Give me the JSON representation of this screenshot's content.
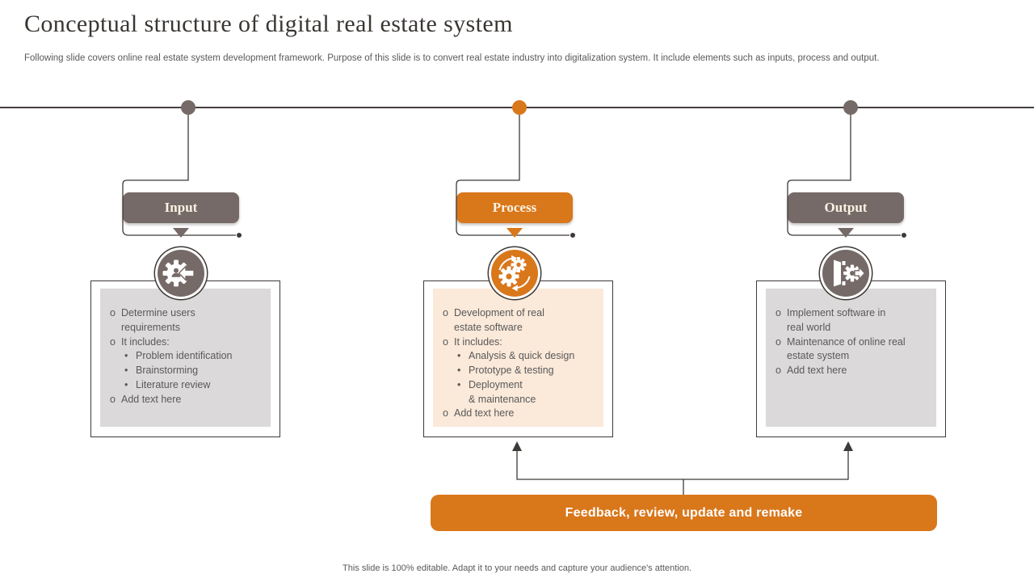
{
  "slide": {
    "title": "Conceptual structure of digital real estate system",
    "subtitle": "Following slide covers online real estate system development framework. Purpose of this slide is to convert real estate industry into digitalization system. It include elements such as inputs, process and output.",
    "footer_note": "This slide is 100% editable. Adapt it to your needs and capture your audience's attention."
  },
  "colors": {
    "accent-orange": "#D9771B",
    "accent-gray": "#756A67",
    "panel-gray": "#DBD9D9",
    "panel-peach": "#FBE9D9",
    "body-text": "#595959",
    "line-dark": "#3E3A38",
    "pill-text": "#FAF3E3"
  },
  "columns": [
    {
      "label": "Input",
      "accent": "gray",
      "icon": "gear-user-arrow-icon",
      "items": [
        {
          "marker": "o",
          "text": "Determine users\nrequirements"
        },
        {
          "marker": "o",
          "text": "It includes:"
        },
        {
          "marker": "•",
          "text": "Problem identification"
        },
        {
          "marker": "•",
          "text": "Brainstorming"
        },
        {
          "marker": "•",
          "text": "Literature review"
        },
        {
          "marker": "o",
          "text": "Add text here"
        }
      ]
    },
    {
      "label": "Process",
      "accent": "orange",
      "icon": "gears-sync-icon",
      "items": [
        {
          "marker": "o",
          "text": "Development of real\nestate software"
        },
        {
          "marker": "o",
          "text": "It includes:"
        },
        {
          "marker": "•",
          "text": "Analysis & quick design"
        },
        {
          "marker": "•",
          "text": "Prototype & testing"
        },
        {
          "marker": "•",
          "text": "Deployment\n& maintenance"
        },
        {
          "marker": "o",
          "text": "Add text here"
        }
      ]
    },
    {
      "label": "Output",
      "accent": "gray",
      "icon": "door-gear-arrow-icon",
      "items": [
        {
          "marker": "o",
          "text": "Implement software in\nreal world"
        },
        {
          "marker": "o",
          "text": "Maintenance of online real\nestate system"
        },
        {
          "marker": "o",
          "text": "Add text here"
        }
      ]
    }
  ],
  "feedback_banner": {
    "label": "Feedback, review, update and remake"
  }
}
